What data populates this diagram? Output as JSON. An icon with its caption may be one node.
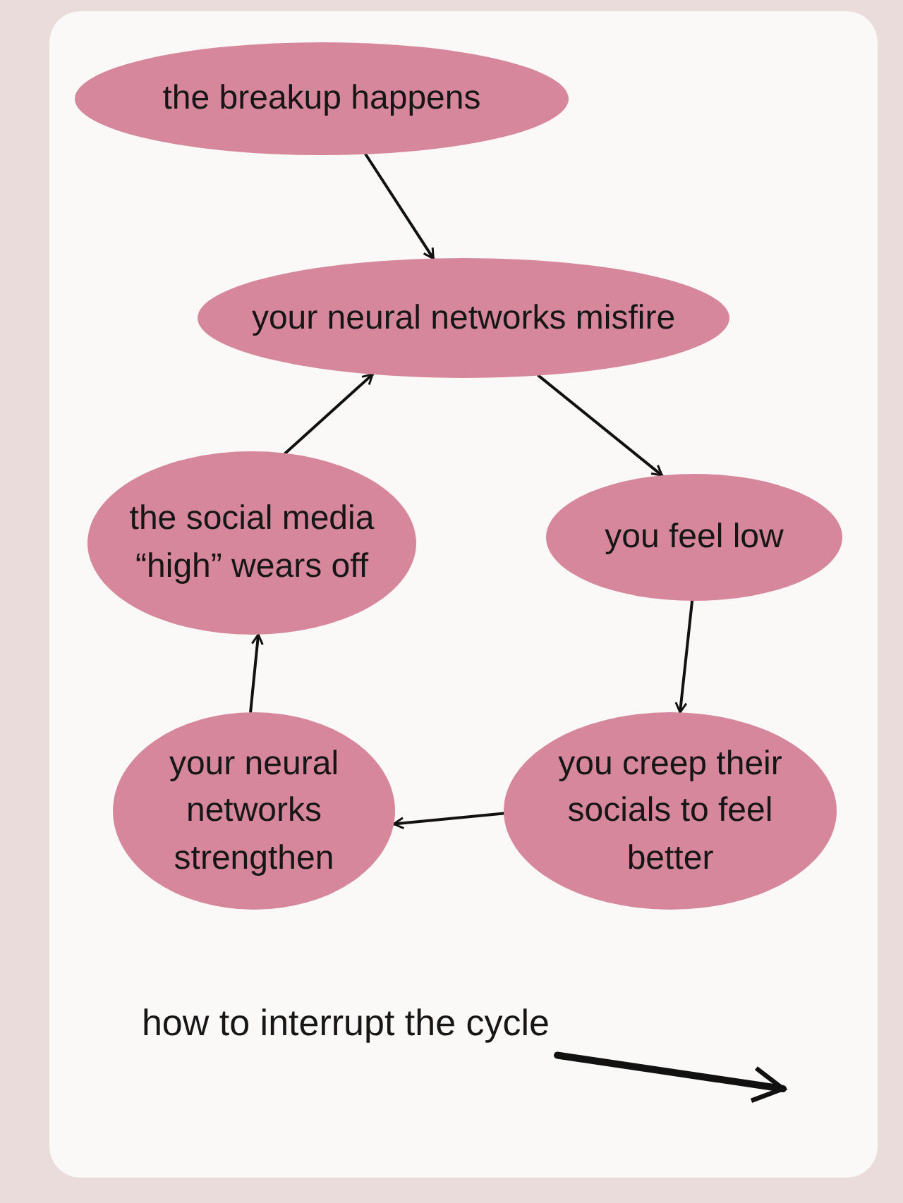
{
  "diagram": {
    "nodes": [
      {
        "text": [
          "the breakup happens"
        ]
      },
      {
        "text": [
          "your neural networks misfire"
        ]
      },
      {
        "text": [
          "you feel low"
        ]
      },
      {
        "text": [
          "you creep their socials to feel better"
        ]
      },
      {
        "text": [
          "your neural networks strengthen"
        ]
      },
      {
        "text": [
          "the social media “high” wears off"
        ]
      },
      {
        "text": [
          "how to interrupt the cycle"
        ]
      }
    ],
    "edges": [
      {
        "from": 0,
        "to": 1,
        "arrow": "to"
      },
      {
        "from": 1,
        "to": 2,
        "arrow": "to"
      },
      {
        "from": 2,
        "to": 3,
        "arrow": "to"
      },
      {
        "from": 3,
        "to": 4,
        "arrow": "to"
      },
      {
        "from": 4,
        "to": 5,
        "arrow": "to"
      },
      {
        "from": 5,
        "to": 1,
        "arrow": "to"
      },
      {
        "from": 6,
        "to": null,
        "arrow": "to",
        "style": "thick"
      }
    ]
  }
}
